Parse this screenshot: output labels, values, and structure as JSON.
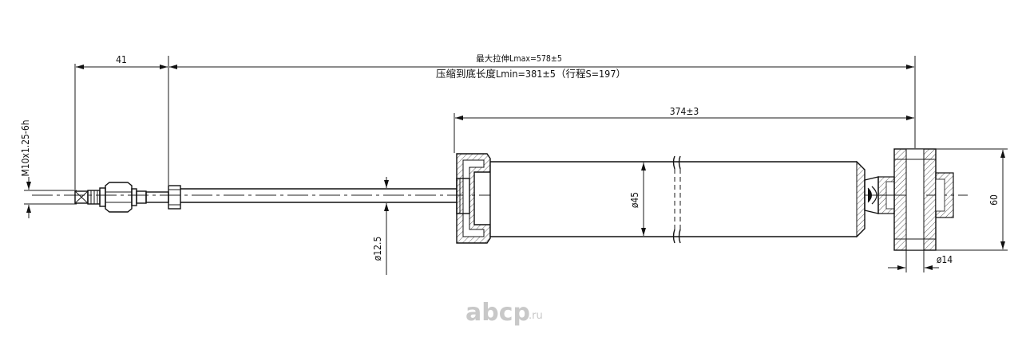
{
  "dimensions": {
    "max_length": "最大拉伸Lmax=578±5",
    "min_length": "压缩到底长度Lmin=381±5（行程S=197）",
    "thread_length": "41",
    "body_length": "374±3",
    "thread_spec": "M10x1.25-6h",
    "rod_diameter": "ø12.5",
    "body_diameter": "ø45",
    "eye_height": "60",
    "eye_bore": "ø14"
  },
  "watermark": {
    "text": "abcp",
    "suffix": ".ru",
    "color": "#c8c8c8"
  }
}
